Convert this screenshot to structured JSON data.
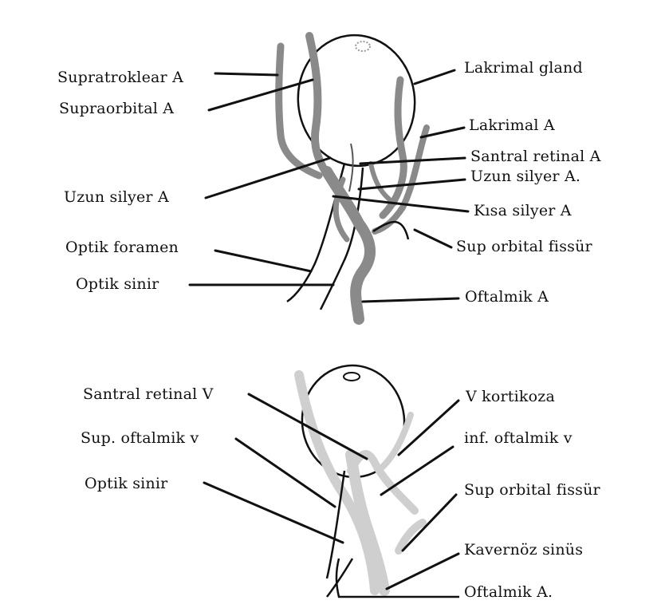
{
  "arterial_diagram": {
    "labels": {
      "supratroklear_a": "Supratroklear A",
      "supraorbital_a": "Supraorbital A",
      "uzun_silyer_a_left": "Uzun silyer A",
      "optik_foramen": "Optik foramen",
      "optik_sinir": "Optik sinir",
      "lakrimal_gland": "Lakrimal gland",
      "lakrimal_a": "Lakrimal A",
      "santral_retinal_a": "Santral retinal A",
      "uzun_silyer_a_right": "Uzun silyer A.",
      "kisa_silyer_a": "Kısa silyer A",
      "sup_orbital_fissur": "Sup orbital fissür",
      "oftalmik_a": "Oftalmik A"
    }
  },
  "venous_diagram": {
    "labels": {
      "santral_retinal_v": "Santral retinal V",
      "sup_oftalmik_v": "Sup. oftalmik v",
      "optik_sinir": "Optik sinir",
      "v_kortikoza": "V kortikoza",
      "inf_oftalmik_v": "inf. oftalmik v",
      "sup_orbital_fissur": "Sup orbital fissür",
      "kavernoz_sinus": "Kavernöz sinüs",
      "oftalmik_a": "Oftalmik A."
    }
  },
  "colors": {
    "ink": "#111111",
    "artery": "#8a8a8a",
    "vein": "#cfcfcf",
    "background": "#ffffff"
  }
}
